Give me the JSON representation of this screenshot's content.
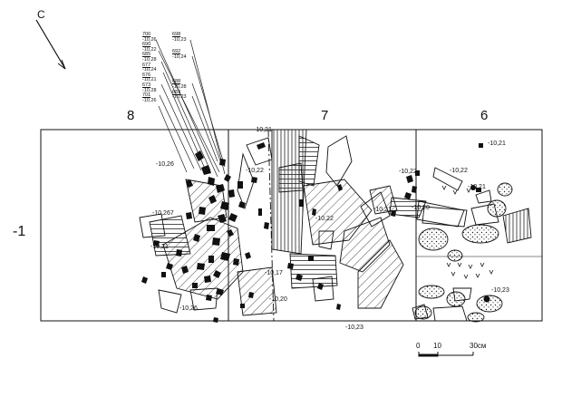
{
  "north_label": "С",
  "grid_columns": [
    "8",
    "7",
    "6"
  ],
  "row_label": "-1",
  "depth_labels": {
    "d1": "-10,21",
    "d2": "-10,26",
    "d3": "-10,22",
    "d4": "-10,267",
    "d5": "-10,21",
    "d6": "-10,22",
    "d7": "-10,22",
    "d8": "-10,21",
    "d9": "-10,17",
    "d10": "-10,20",
    "d11": "-10,26",
    "d12": "-10,23",
    "d13": "-10,21",
    "d14": "-10,22",
    "d15": "-10,21",
    "d16": "-10,20",
    "d17": "-10,23"
  },
  "find_stack_left": [
    {
      "num": "700",
      "depth": "-10,26"
    },
    {
      "num": "690",
      "depth": "-10,22"
    },
    {
      "num": "685",
      "depth": "-10,28"
    },
    {
      "num": "677",
      "depth": "-10,24"
    },
    {
      "num": "676",
      "depth": "-10,21"
    },
    {
      "num": "673",
      "depth": "-10,28"
    },
    {
      "num": "701",
      "depth": "-10,26"
    }
  ],
  "find_stack_right": [
    {
      "num": "698",
      "depth": "-10,23"
    },
    {
      "num": "692",
      "depth": "-10,24"
    },
    {
      "num": "688",
      "depth": "-10,28"
    },
    {
      "num": "683",
      "depth": "-10,23"
    }
  ],
  "scale": {
    "ticks": [
      "0",
      "10",
      "30см"
    ]
  }
}
